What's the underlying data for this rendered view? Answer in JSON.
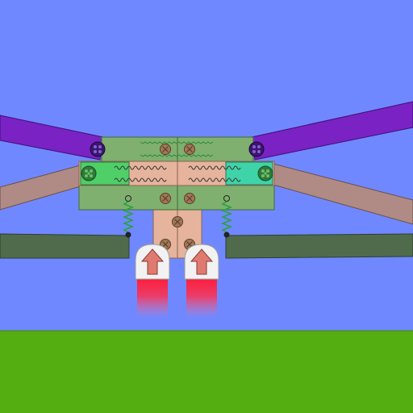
{
  "scene": {
    "kind": "2d physics vehicle sandbox",
    "colors": {
      "sky": "#7088ff",
      "ground": "#55ae11",
      "purple_strut": "#7a22c4",
      "pink_strut": "#b08a84",
      "dark_green_strut": "#4f6b4b",
      "chassis_green": "#7fb070",
      "bright_green_piston": "#4fcf68",
      "teal_piston": "#3fd4a8",
      "copper_block": "#e6b39c",
      "spring_green": "#29a33a",
      "thruster_plate": "#f2f2f2",
      "thruster_arrow": "#e07a70",
      "thrust_flame": "#ff1e3a",
      "bolt": "#a07858"
    },
    "parts": {
      "struts": [
        "purple-upper-left",
        "purple-upper-right",
        "pink-middle-left",
        "pink-middle-right",
        "dark-green-lower-left",
        "dark-green-lower-right"
      ],
      "pistons": [
        "green-piston-left",
        "teal-piston-right"
      ],
      "springs": [
        "spring-left",
        "spring-right"
      ],
      "thrusters": [
        {
          "id": "thruster-left",
          "direction": "up",
          "active": true
        },
        {
          "id": "thruster-right",
          "direction": "up",
          "active": true
        }
      ]
    }
  }
}
